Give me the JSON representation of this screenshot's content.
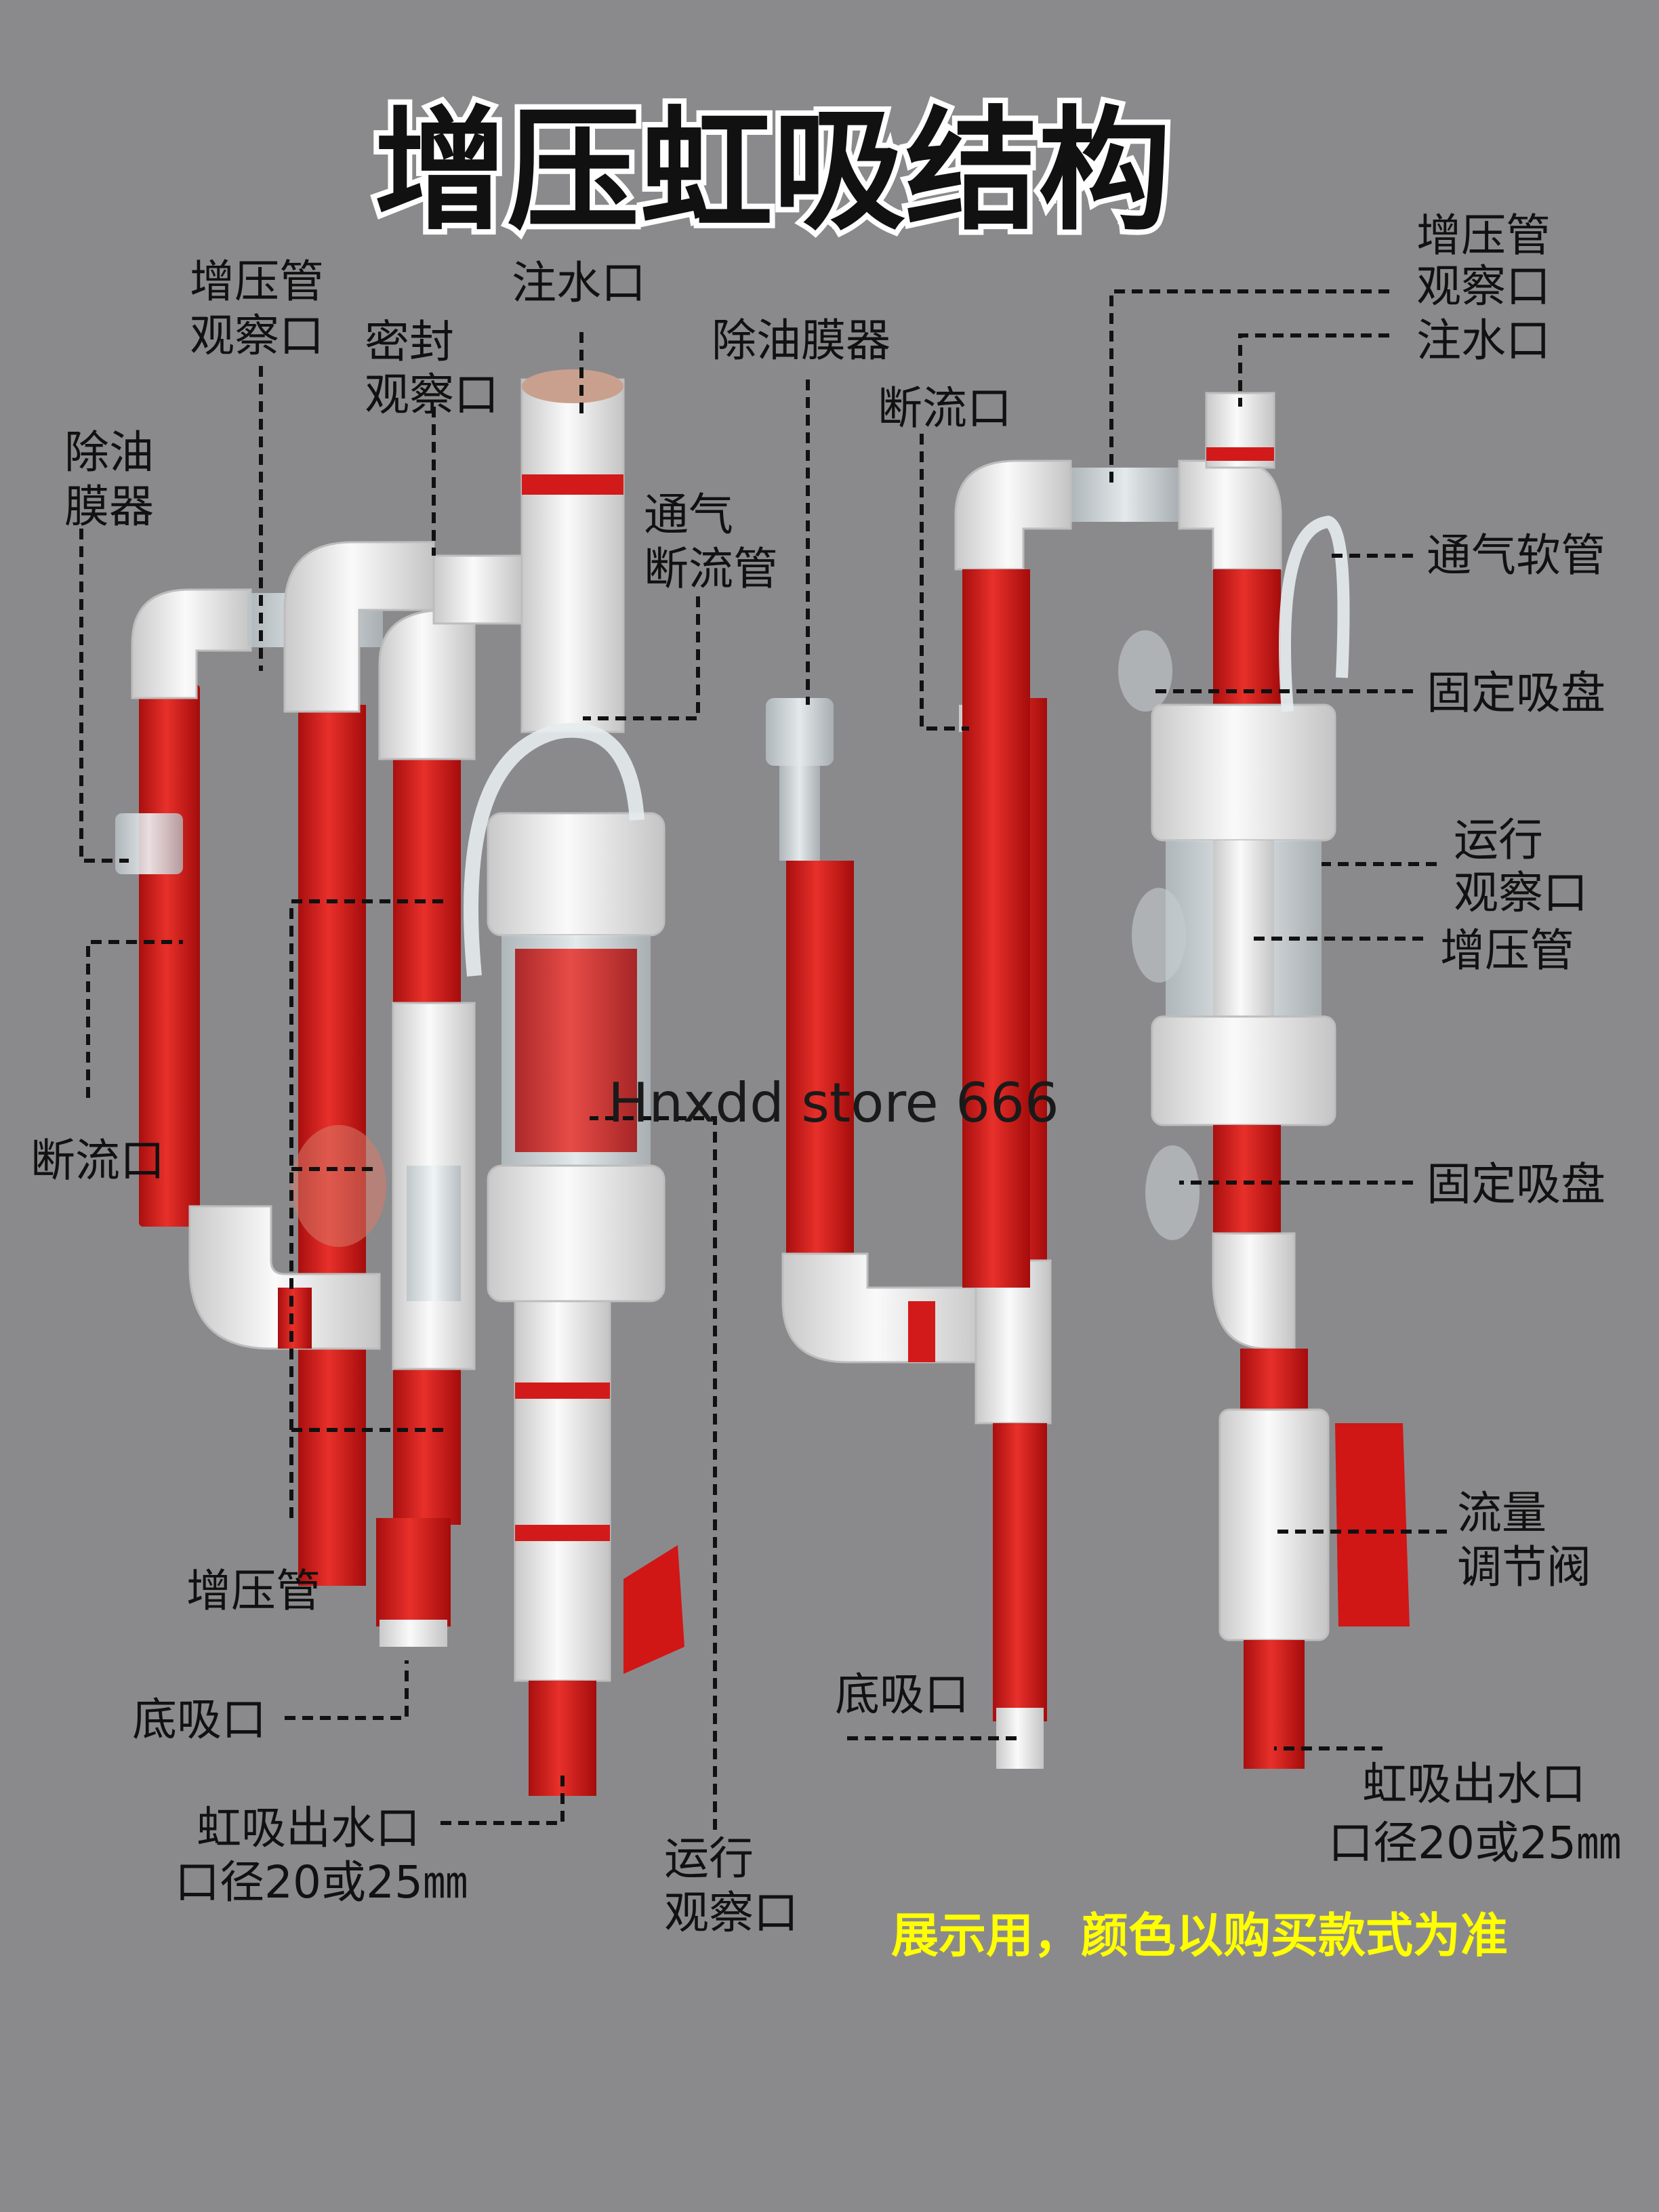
{
  "title": "增压虹吸结构",
  "watermark": "Hnxdd store 666",
  "note": "展示用，颜色以购买款式为准",
  "colors": {
    "pipe_red": "#d21a1a",
    "fitting_white": "#efefef",
    "background": "#8a8a8c",
    "note_yellow": "#ffff00",
    "label": "#111111"
  },
  "left": {
    "boost_tube_port": [
      "增压管",
      "观察口"
    ],
    "seal_port": [
      "密封",
      "观察口"
    ],
    "fill_port": "注水口",
    "skimmer": [
      "除油",
      "膜器"
    ],
    "vent_tube": [
      "通气",
      "断流管"
    ],
    "break_port": "断流口",
    "boost_tube": "增压管",
    "bottom_inlet": "底吸口",
    "outlet": [
      "虹吸出水口",
      "口径20或25㎜"
    ],
    "run_port": [
      "运行",
      "观察口"
    ]
  },
  "middle": {
    "skimmer": "除油膜器",
    "break_port": "断流口",
    "bottom_inlet": "底吸口"
  },
  "right": {
    "boost_tube_port": [
      "增压管",
      "观察口"
    ],
    "fill_port": "注水口",
    "vent_hose": "通气软管",
    "suction_cup_top": "固定吸盘",
    "run_port": [
      "运行",
      "观察口"
    ],
    "boost_tube": "增压管",
    "suction_cup_bottom": "固定吸盘",
    "flow_valve": [
      "流量",
      "调节阀"
    ],
    "outlet": [
      "虹吸出水口",
      "口径20或25㎜"
    ]
  }
}
